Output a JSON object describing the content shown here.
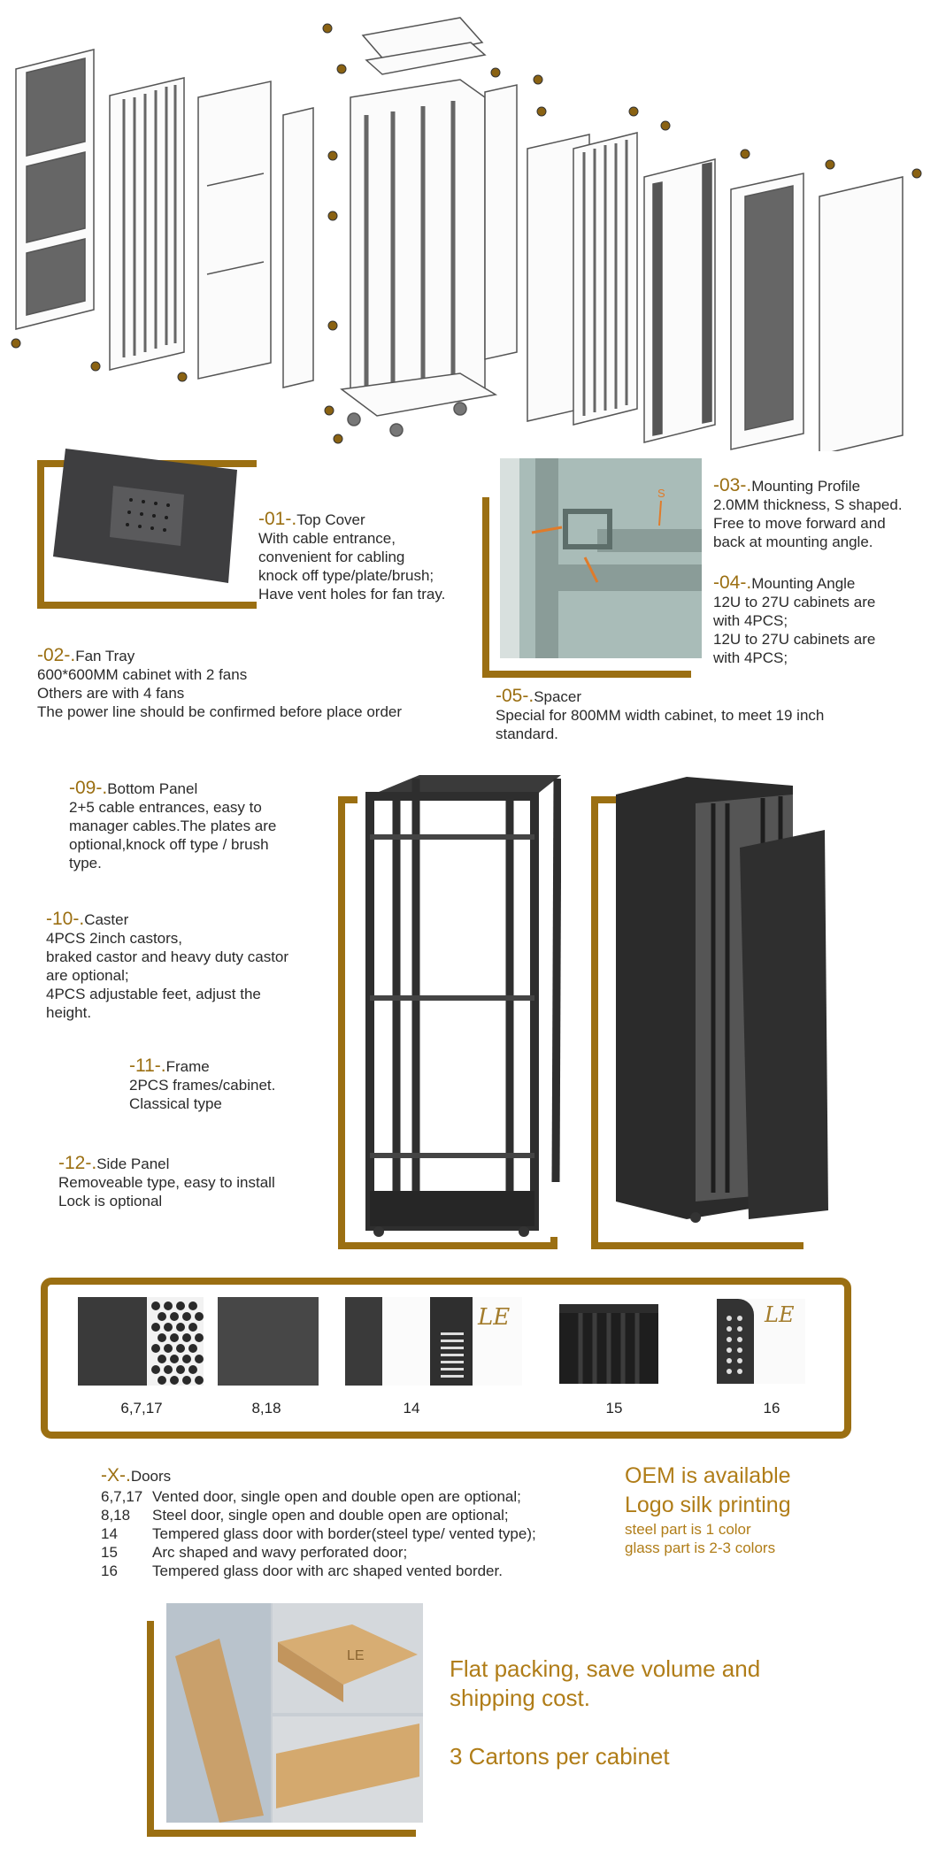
{
  "features": {
    "top_cover": {
      "num": "-01-.",
      "title": "Top Cover",
      "lines": [
        "With cable entrance,",
        "convenient for cabling",
        "knock off type/plate/brush;",
        "Have vent holes for fan tray."
      ]
    },
    "fan_tray": {
      "num": "-02-.",
      "title": "Fan Tray",
      "lines": [
        "600*600MM cabinet with 2 fans",
        "Others are with 4 fans",
        "The power line should be confirmed before place order"
      ]
    },
    "mounting_profile": {
      "num": "-03-.",
      "title": "Mounting Profile",
      "lines": [
        "2.0MM thickness, S shaped.",
        "Free to move forward and",
        "back at mounting angle."
      ]
    },
    "mounting_angle": {
      "num": "-04-.",
      "title": "Mounting Angle",
      "lines": [
        "12U to 27U cabinets are",
        "with 4PCS;",
        "12U to 27U cabinets are",
        "with 4PCS;"
      ]
    },
    "spacer": {
      "num": "-05-.",
      "title": "Spacer",
      "lines": [
        "Special for 800MM width cabinet, to meet 19 inch",
        "standard."
      ]
    },
    "bottom_panel": {
      "num": "-09-.",
      "title": "Bottom Panel",
      "lines": [
        "2+5 cable entrances, easy to",
        "manager cables.The plates are",
        "optional,knock off type / brush",
        "type."
      ]
    },
    "caster": {
      "num": "-10-.",
      "title": "Caster",
      "lines": [
        "4PCS 2inch castors,",
        "braked castor and heavy duty castor",
        "are optional;",
        "4PCS adjustable feet, adjust the",
        "height."
      ]
    },
    "frame": {
      "num": "-11-.",
      "title": "Frame",
      "lines": [
        "2PCS frames/cabinet.",
        "Classical type"
      ]
    },
    "side_panel": {
      "num": "-12-.",
      "title": "Side Panel",
      "lines": [
        "Removeable type, easy to install",
        "Lock is optional"
      ]
    }
  },
  "spacer_photo": {
    "label_s": "S"
  },
  "swatches": [
    {
      "caption": "6,7,17"
    },
    {
      "caption": "8,18"
    },
    {
      "caption": "14",
      "logo": "LE"
    },
    {
      "caption": "15"
    },
    {
      "caption": "16",
      "logo": "LE"
    }
  ],
  "doors": {
    "num": "-X-.",
    "title": "Doors",
    "rows": [
      {
        "key": "6,7,17",
        "text": "Vented door, single open and double open are optional;"
      },
      {
        "key": "8,18",
        "text": "Steel door, single open and double open are optional;"
      },
      {
        "key": "14",
        "text": "Tempered glass door with border(steel type/ vented type);"
      },
      {
        "key": "15",
        "text": "Arc shaped and wavy perforated door;"
      },
      {
        "key": "16",
        "text": "Tempered glass door with arc shaped vented border."
      }
    ]
  },
  "oem": {
    "line1": "OEM is available",
    "line2": "Logo silk printing",
    "line3": "steel part is 1 color",
    "line4": "glass part is 2-3 colors"
  },
  "packing": {
    "line1": "Flat packing, save volume and",
    "line2": "shipping cost.",
    "line3": "3 Cartons per cabinet",
    "box_logo": "LE"
  },
  "colors": {
    "accent": "#9b6f12",
    "text": "#2a2a2a",
    "cabinet": "#2e2e2e"
  }
}
